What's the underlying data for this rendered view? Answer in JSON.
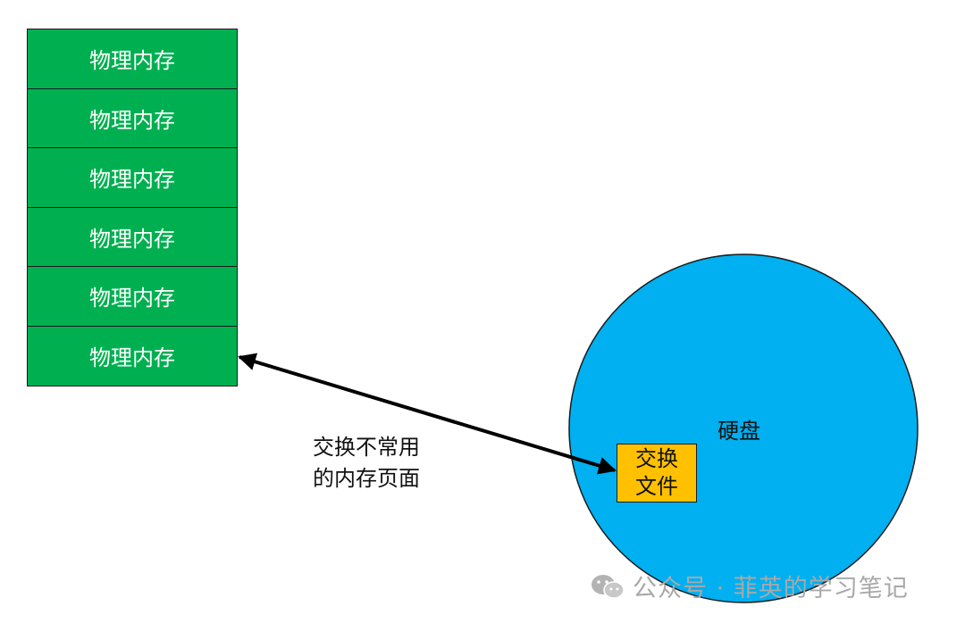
{
  "memory": {
    "cells": [
      "物理内存",
      "物理内存",
      "物理内存",
      "物理内存",
      "物理内存",
      "物理内存"
    ],
    "color": "#00b050"
  },
  "caption": "交换不常用的内存页面",
  "disk": {
    "label": "硬盘",
    "color": "#00b0f0"
  },
  "swap_file": {
    "label": "交换文件",
    "color": "#ffc000"
  },
  "watermark": {
    "text": "公众号 · 菲英的学习笔记",
    "icon": "wechat-icon"
  }
}
